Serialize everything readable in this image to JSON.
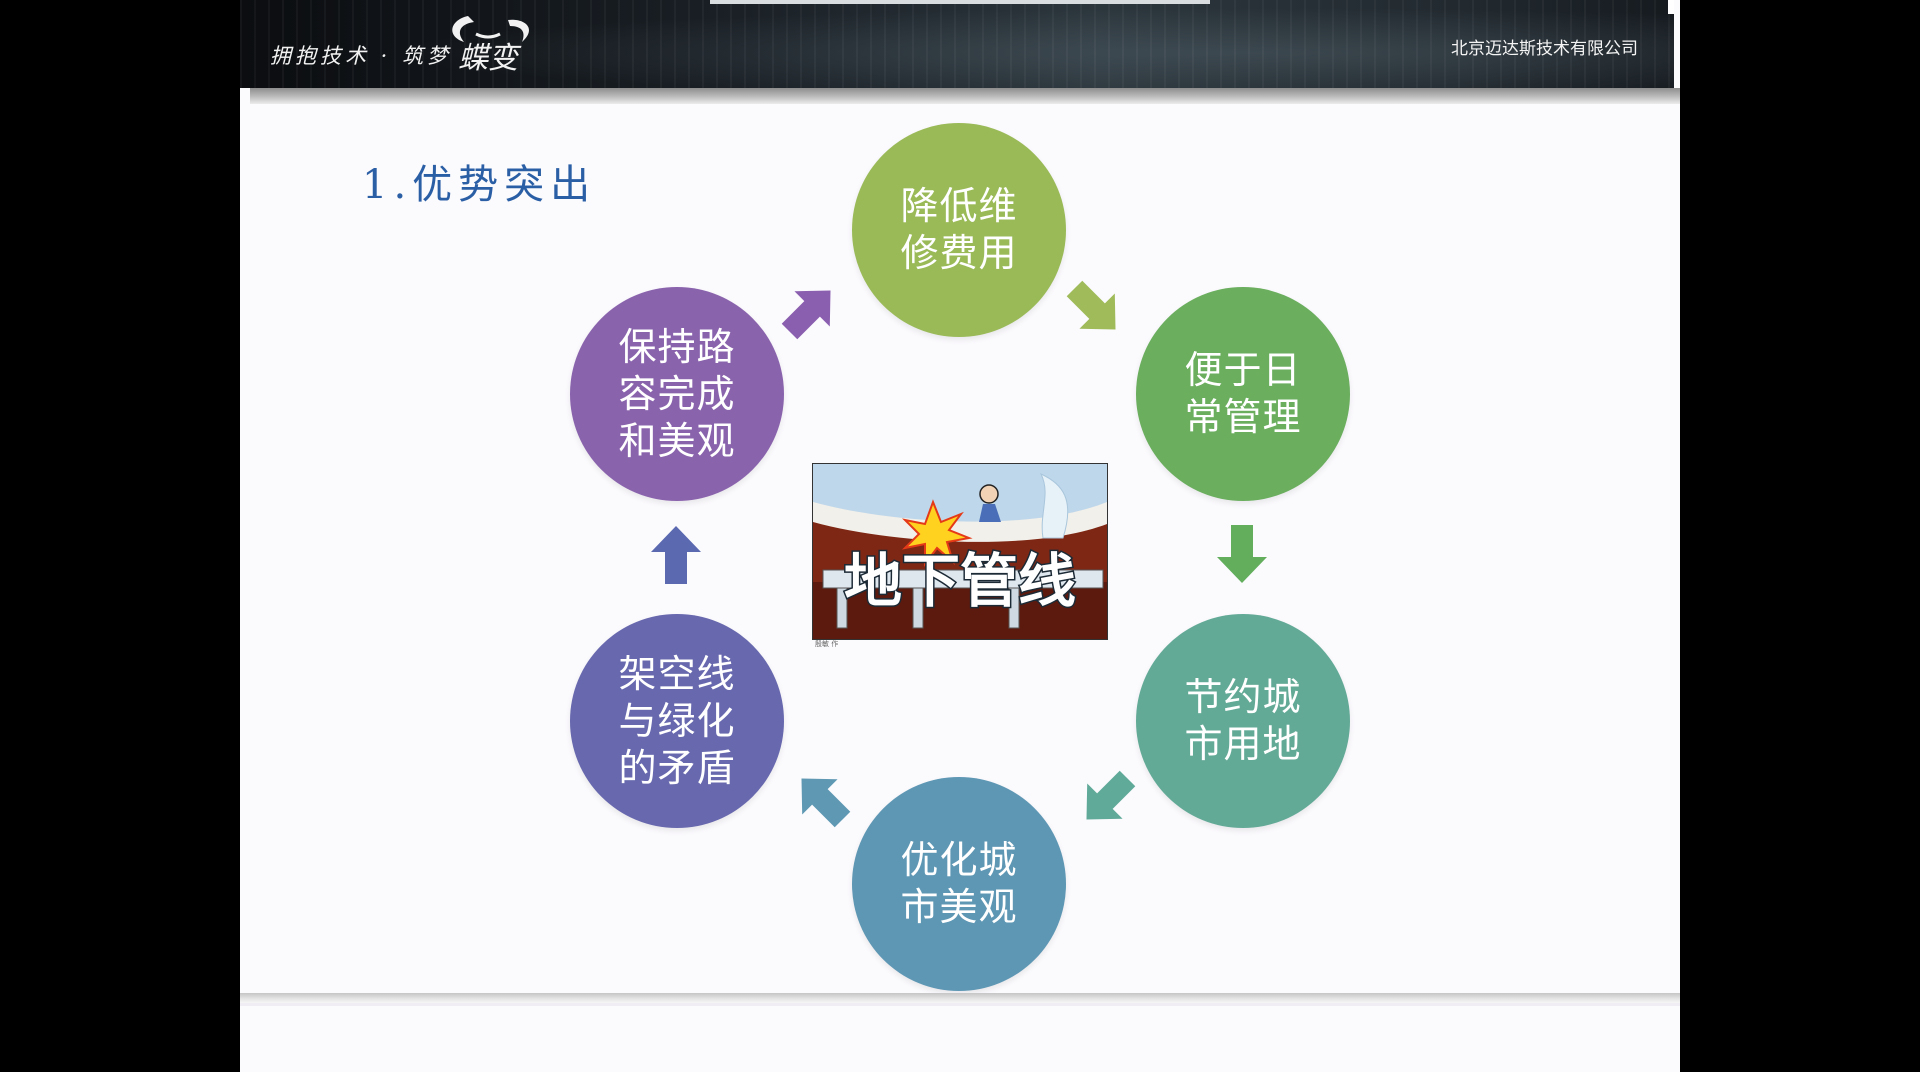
{
  "header": {
    "logo_text": "拥抱技术 · 筑梦",
    "logo_emblem_text": "蝶变",
    "company": "北京迈达斯技术有限公司"
  },
  "slide": {
    "title": "1.优势突出",
    "center_image": {
      "text": "地下管线",
      "caption": "殷敏 作"
    },
    "cycle": [
      {
        "text": "降低维\n修费用",
        "color": "#9aba58"
      },
      {
        "text": "便于日\n常管理",
        "color": "#6aae5e"
      },
      {
        "text": "节约城\n市用地",
        "color": "#63aa96"
      },
      {
        "text": "优化城\n市美观",
        "color": "#5e97b4"
      },
      {
        "text": "架空线\n与绿化\n的矛盾",
        "color": "#6768ae"
      },
      {
        "text": "保持路\n容完成\n和美观",
        "color": "#8a63ad"
      }
    ],
    "arrows": [
      {
        "color": "#9fbb5a"
      },
      {
        "color": "#62ae5d"
      },
      {
        "color": "#60aa9a"
      },
      {
        "color": "#5e98b3"
      },
      {
        "color": "#5a69b0"
      },
      {
        "color": "#8b5fb0"
      }
    ]
  }
}
